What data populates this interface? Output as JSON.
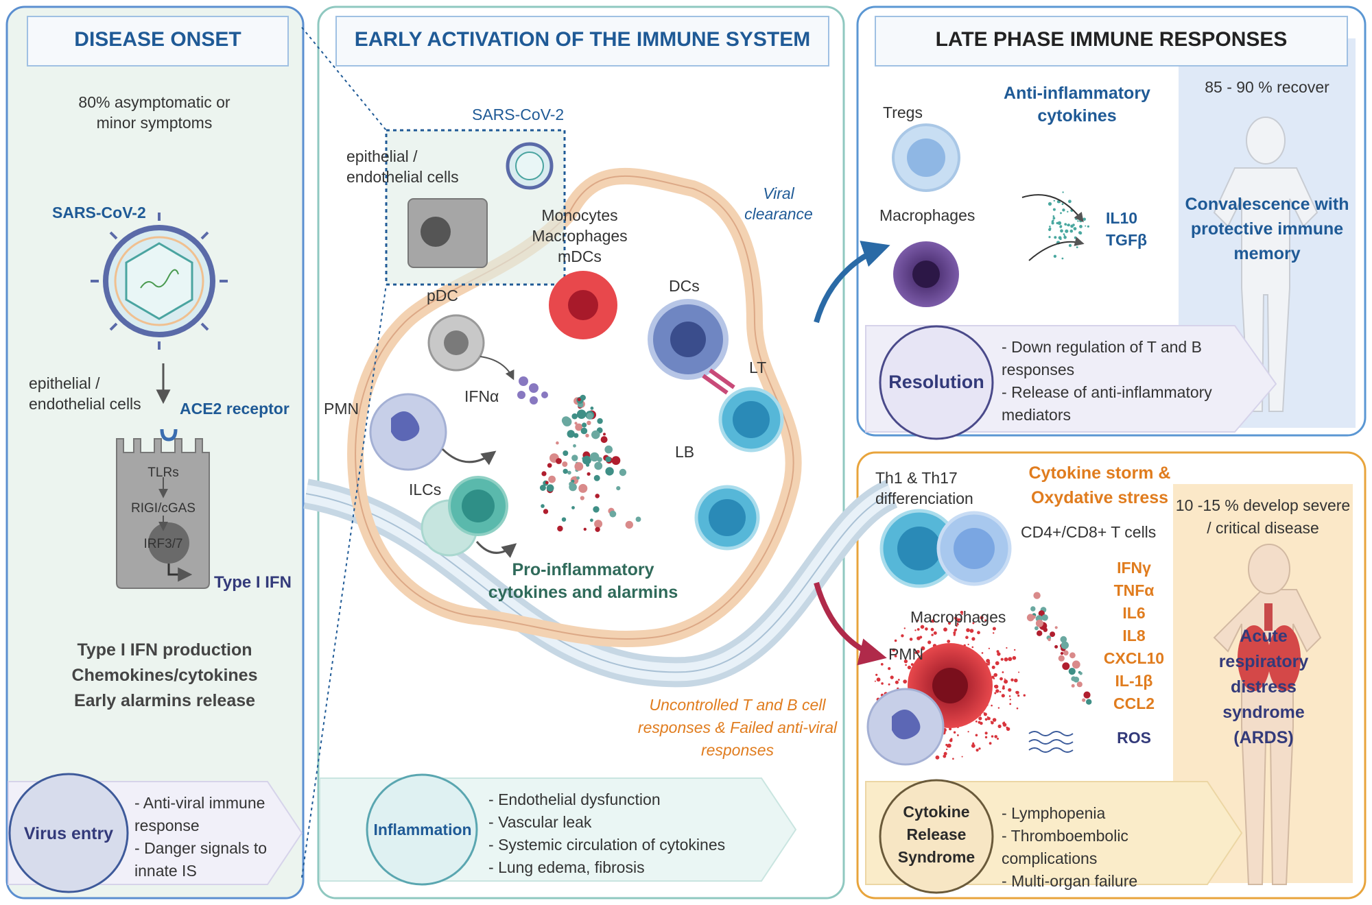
{
  "panels": {
    "onset": {
      "title": "DISEASE ONSET",
      "stat": "80% asymptomatic or minor symptoms",
      "virus_label": "SARS-CoV-2",
      "cell_label": "epithelial / endothelial cells",
      "receptor_label": "ACE2 receptor",
      "pathway": [
        "TLRs",
        "RIGI/cGAS",
        "IRF3/7"
      ],
      "output_label": "Type I IFN",
      "summary": [
        "Type I IFN production",
        "Chemokines/cytokines",
        "Early alarmins release"
      ],
      "arrow_label": "Virus entry",
      "arrow_items": [
        "Anti-viral immune response",
        "Danger signals to innate IS"
      ]
    },
    "early": {
      "title": "EARLY ACTIVATION OF THE IMMUNE SYSTEM",
      "virus_label": "SARS-CoV-2",
      "cell_label": "epithelial / endothelial cells",
      "myeloid_label": "Monocytes Macrophages mDCs",
      "viral_clearance": "Viral clearance",
      "pdc_label": "pDC",
      "ifna_label": "IFNα",
      "dcs_label": "DCs",
      "lt_label": "LT",
      "pmn_label": "PMN",
      "ilcs_label": "ILCs",
      "lb_label": "LB",
      "cytokines_label": "Pro-inflammatory cytokines and alarmins",
      "uncontrolled": "Uncontrolled  T and B cell responses & Failed anti-viral responses",
      "arrow_label": "Inflammation",
      "arrow_items": [
        "Endothelial dysfunction",
        "Vascular leak",
        "Systemic circulation of cytokines",
        "Lung edema, fibrosis"
      ]
    },
    "late": {
      "title": "LATE PHASE IMMUNE RESPONSES",
      "tregs_label": "Tregs",
      "macrophages_label": "Macrophages",
      "anti_label": "Anti-inflammatory cytokines",
      "anti_cytokines": [
        "IL10",
        "TGFβ"
      ],
      "recover_stat": "85 - 90 % recover",
      "recover_outcome": "Convalescence with protective immune memory",
      "resolution_label": "Resolution",
      "resolution_items": [
        "Down regulation of T and B responses",
        "Release of anti-inflammatory mediators"
      ]
    },
    "severe": {
      "th_label": "Th1 & Th17 differenciation",
      "storm_label": "Cytokine storm & Oxydative stress",
      "tcells_label": "CD4+/CD8+ T cells",
      "macrophages_label": "Macrophages",
      "pmn_label": "PMN",
      "cytokines": [
        "IFNγ",
        "TNFα",
        "IL6",
        "IL8",
        "CXCL10",
        "IL-1β",
        "CCL2"
      ],
      "ros_label": "ROS",
      "severe_stat": "10 -15 % develop severe / critical disease",
      "severe_outcome": "Acute respiratory distress syndrome (ARDS)",
      "crs_label": "Cytokine Release Syndrome",
      "crs_items": [
        "Lymphopenia",
        "Thromboembolic complications",
        "Multi-organ failure"
      ]
    }
  },
  "colors": {
    "onset_bg": "#ecf4ef",
    "onset_border": "#5b8fd0",
    "early_border": "#8fc8c0",
    "late_border": "#5b97d3",
    "late_bg": "#dfe9f7",
    "severe_border": "#e8a43c",
    "severe_bg": "#fbe8c8",
    "title_text": "#1f5a96",
    "orange_text": "#e07c1e",
    "navy_text": "#333a7a"
  }
}
